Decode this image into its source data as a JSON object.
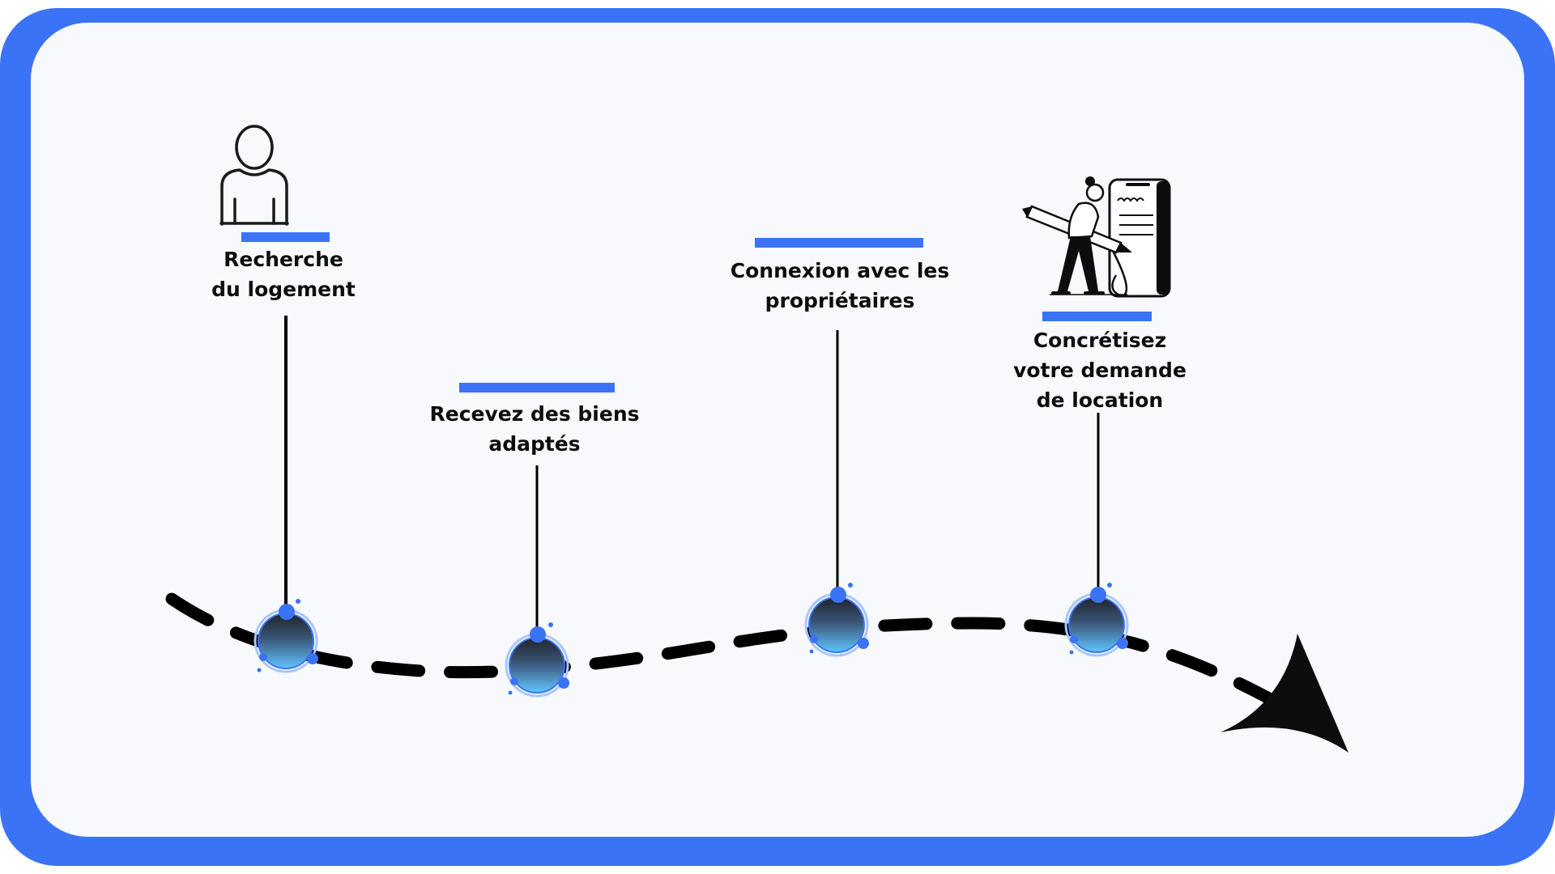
{
  "colors": {
    "frame": "#3b73f6",
    "panel": "#f8f9fc",
    "accent": "#3b73f6",
    "text": "#0d0d0d",
    "node_top": "#2a2f3a",
    "node_bottom": "#5ab8ff"
  },
  "steps": [
    {
      "lines": [
        "Recherche",
        "du logement"
      ],
      "icon": "person-icon"
    },
    {
      "lines": [
        "Recevez des biens",
        "adaptés"
      ],
      "icon": null
    },
    {
      "lines": [
        "Connexion avec les",
        "propriétaires"
      ],
      "icon": null
    },
    {
      "lines": [
        "Concrétisez",
        "votre demande",
        "de location"
      ],
      "icon": "signing-contract-illustration"
    }
  ]
}
